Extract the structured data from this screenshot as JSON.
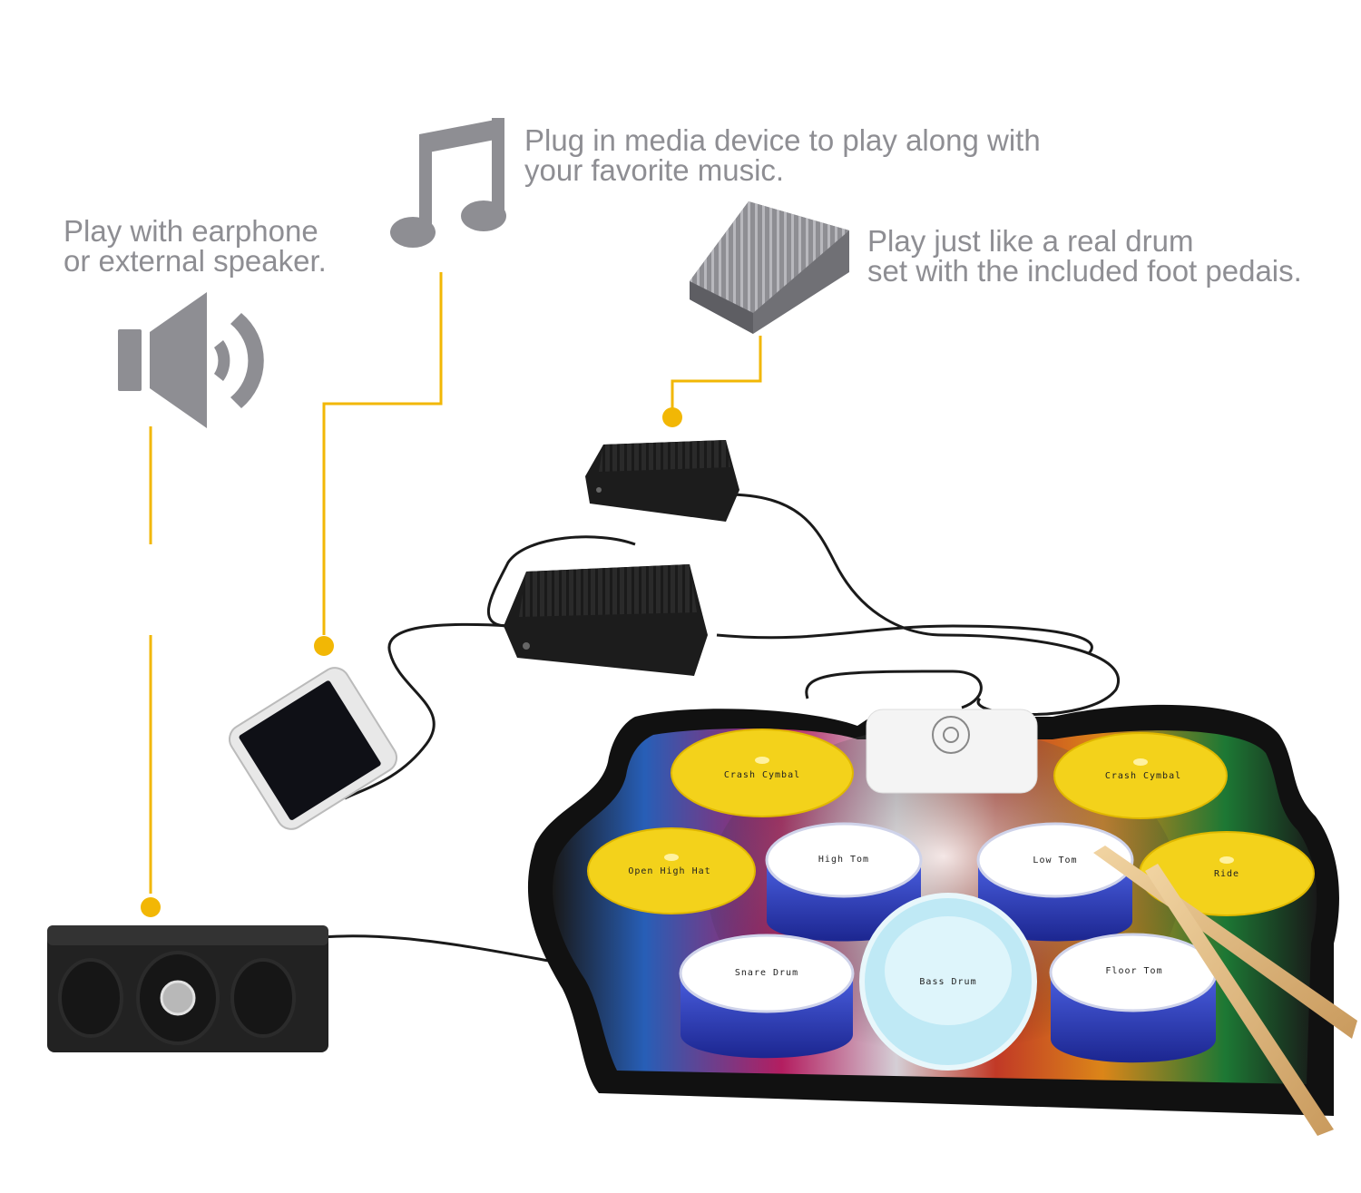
{
  "captions": {
    "speaker": {
      "line1": "Play with earphone",
      "line2": "or  external speaker."
    },
    "media": {
      "line1": "Plug in media device to play along with",
      "line2": "your favorite music."
    },
    "pedal": {
      "line1": "Play just like a real drum",
      "line2": "set with the included foot pedais."
    }
  },
  "pads": {
    "crash_left": "Crash Cymbal",
    "crash_right": "Crash Cymbal",
    "open_hihat": "Open High Hat",
    "ride": "Ride",
    "high_tom": "High Tom",
    "low_tom": "Low Tom",
    "snare": "Snare Drum",
    "bass": "Bass Drum",
    "floor_tom": "Floor Tom"
  },
  "colors": {
    "callout_line": "#f2b705",
    "icon_gray": "#8e8e93",
    "cymbal": "#f3d21b",
    "drum_blue": "#2d3fb8",
    "mat": "#111111"
  },
  "icons": [
    "speaker-icon",
    "music-note-icon",
    "foot-pedal-icon"
  ]
}
